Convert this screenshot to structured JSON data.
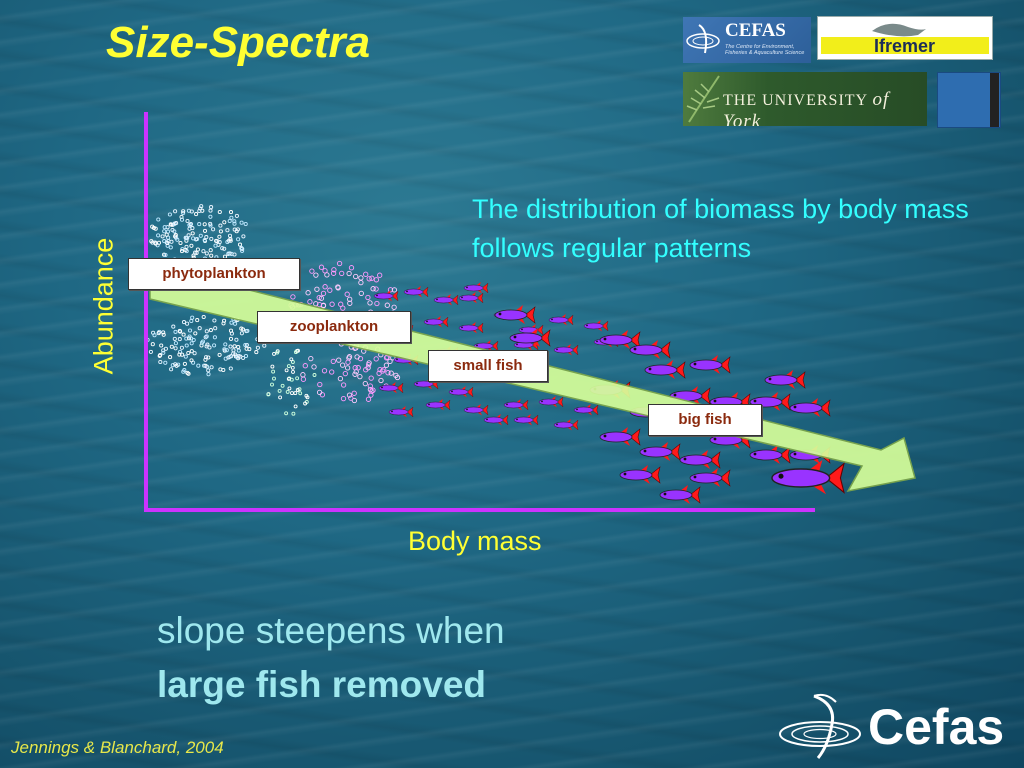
{
  "title": "Size-Spectra",
  "logos": {
    "cefas_name": "CEFAS",
    "cefas_tagline": "The Centre for Environment, Fisheries & Aquaculture Science",
    "ifremer_name": "Ifremer",
    "york_name_prefix": "THE UNIVERSITY",
    "york_name_suffix": "of York"
  },
  "diagram": {
    "y_axis_label": "Abundance",
    "x_axis_label": "Body mass",
    "labels": {
      "phytoplankton": "phytoplankton",
      "zooplankton": "zooplankton",
      "small_fish": "small fish",
      "big_fish": "big fish"
    },
    "colors": {
      "axis": "#cc33ff",
      "arrow": "#d6ff9a",
      "fish_body": "#9933ff",
      "fish_fin": "#ff1a1a"
    }
  },
  "description": "The distribution of biomass by body mass follows regular patterns",
  "note_line1": "slope steepens when",
  "note_line2": "large fish removed",
  "citation": "Jennings & Blanchard, 2004",
  "footer_logo": "Cefas"
}
